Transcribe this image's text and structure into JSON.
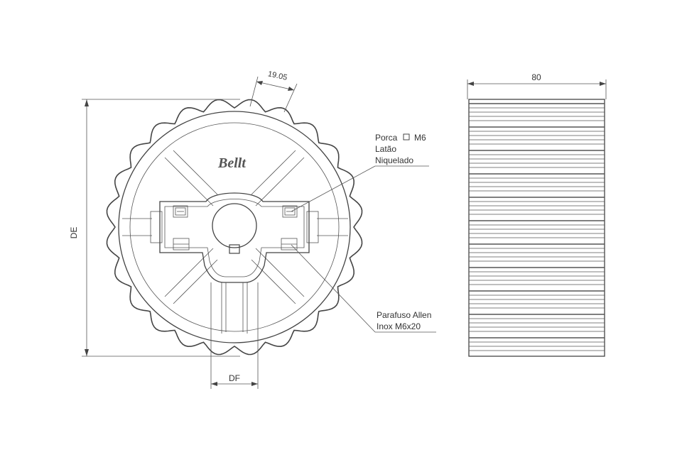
{
  "brand": "Bellt",
  "dimensions": {
    "pitch": "19.05",
    "width": "80",
    "outer_diameter": "DE",
    "bore_diameter": "DF"
  },
  "callouts": {
    "nut": [
      "Porca",
      "M6",
      "Latão",
      "Niquelado"
    ],
    "screw": [
      "Parafuso Allen",
      "Inox M6x20"
    ]
  },
  "colors": {
    "line": "#444444",
    "text": "#333333"
  }
}
